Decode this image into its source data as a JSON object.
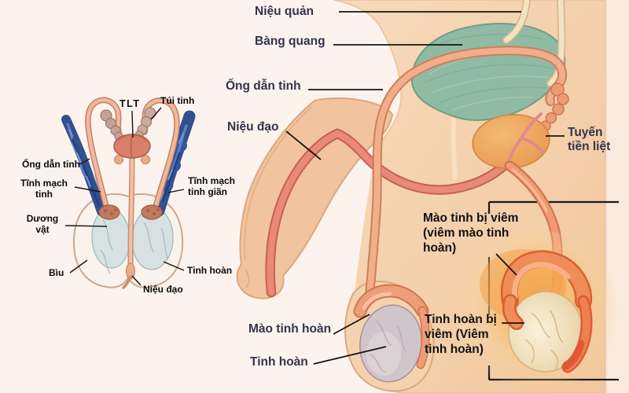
{
  "left_diagram": {
    "labels": {
      "tlt": "TLT",
      "tui_tinh": "Túi tinh",
      "ong_dan_tinh": "Ống dẫn tinh",
      "tinh_mach_tinh": "Tĩnh mạch tinh",
      "tinh_mach_tinh_gian": "Tĩnh mạch tinh giãn",
      "duong_vat": "Dương vật",
      "biu": "Bìu",
      "tinh_hoan": "Tinh hoàn",
      "nieu_dao": "Niệu đạo"
    }
  },
  "right_diagram": {
    "labels": {
      "nieu_quan": "Niệu quản",
      "bang_quang": "Bàng quang",
      "ong_dan_tinh": "Ống dẫn tinh",
      "nieu_dao": "Niệu đạo",
      "tuyen_tien_liet": "Tuyến tiền liệt",
      "mao_tinh_hoan": "Mào tinh hoàn",
      "tinh_hoan": "Tinh hoàn",
      "mao_tinh_bi_viem": "Mào tinh bị viêm (viêm mào tinh hoàn)",
      "tinh_hoan_bi_viem": "Tinh hoàn bị viêm (Viêm tinh hoàn)"
    }
  },
  "colors": {
    "background": "#fdf3ee",
    "body_skin": "#f4d0ab",
    "bladder_teal": "#8fbaa3",
    "tube_salmon": "#f2ae8c",
    "urethra_red": "#e8897a",
    "prostate_orange": "#eba55f",
    "vein_blue": "#31508f",
    "inflamed_orange": "#f08c58",
    "glow_orange": "#f6a94c",
    "testis_gray": "#cfc5ca",
    "label_dark": "#32324c",
    "pointer_line": "#151515"
  }
}
